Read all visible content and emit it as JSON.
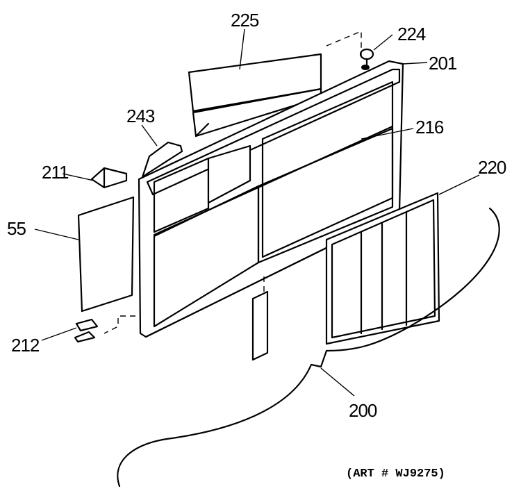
{
  "diagram": {
    "part_labels": {
      "p225": "225",
      "p224": "224",
      "p201": "201",
      "p243": "243",
      "p216": "216",
      "p211": "211",
      "p220": "220",
      "p55": "55",
      "p212": "212",
      "p200": "200"
    },
    "art_number": "(ART # WJ9275)"
  }
}
